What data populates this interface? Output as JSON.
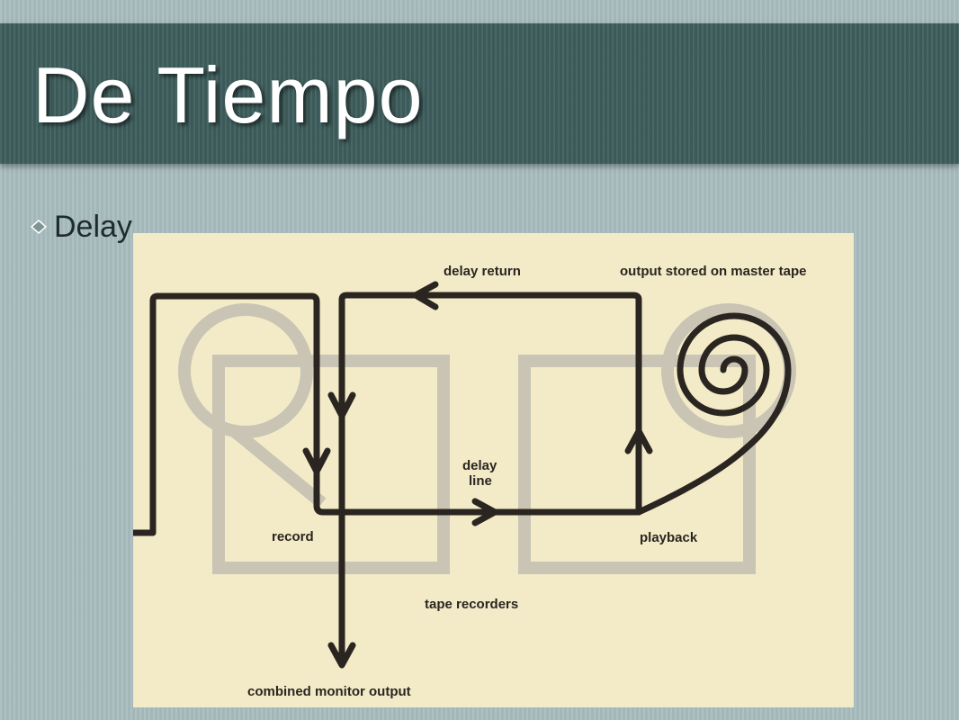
{
  "slide": {
    "title": "De Tiempo",
    "bullet": "Delay"
  },
  "figure": {
    "labels": {
      "delay_return": "delay return",
      "output_stored": "output stored on master tape",
      "delay_line_1": "delay",
      "delay_line_2": "line",
      "record": "record",
      "playback": "playback",
      "tape_recorders": "tape recorders",
      "combined_monitor_output": "combined monitor output"
    }
  },
  "colors": {
    "title_band": "#3f5f5e",
    "background": "#a8bcbe",
    "figure_background": "#f3ebc8",
    "signal_path": "#2a2520",
    "tape_machine": "#c9c4b4"
  }
}
